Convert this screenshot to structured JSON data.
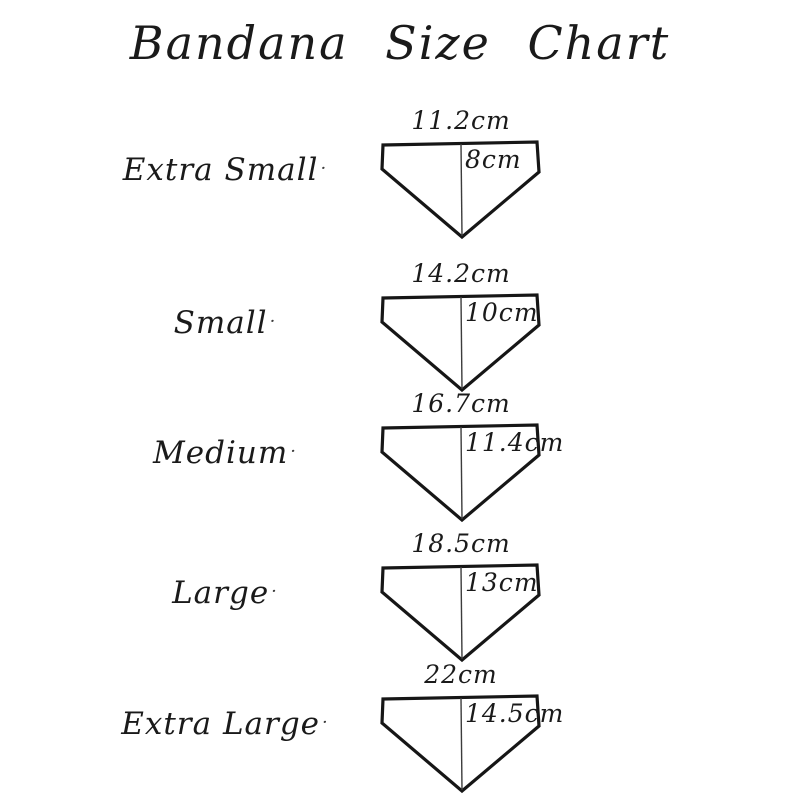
{
  "page": {
    "title": "Bandana Size Chart"
  },
  "design": {
    "background": "#ffffff",
    "ink": "#1a1a1a",
    "outline": "#161616",
    "measure_line": "#3c3c3c",
    "label_mark": "·"
  },
  "rows": [
    {
      "label": "Extra Small",
      "width": "11.2cm",
      "height": "8cm"
    },
    {
      "label": "Small",
      "width": "14.2cm",
      "height": "10cm"
    },
    {
      "label": "Medium",
      "width": "16.7cm",
      "height": "11.4cm"
    },
    {
      "label": "Large",
      "width": "18.5cm",
      "height": "13cm"
    },
    {
      "label": "Extra Large",
      "width": "22cm",
      "height": "14.5cm"
    }
  ],
  "chart_data": {
    "type": "table",
    "title": "Bandana Size Chart",
    "columns": [
      "size",
      "width_cm",
      "height_cm"
    ],
    "rows": [
      {
        "size": "Extra Small",
        "width_cm": 11.2,
        "height_cm": 8
      },
      {
        "size": "Small",
        "width_cm": 14.2,
        "height_cm": 10
      },
      {
        "size": "Medium",
        "width_cm": 16.7,
        "height_cm": 11.4
      },
      {
        "size": "Large",
        "width_cm": 18.5,
        "height_cm": 13
      },
      {
        "size": "Extra Large",
        "width_cm": 22,
        "height_cm": 14.5
      }
    ]
  }
}
